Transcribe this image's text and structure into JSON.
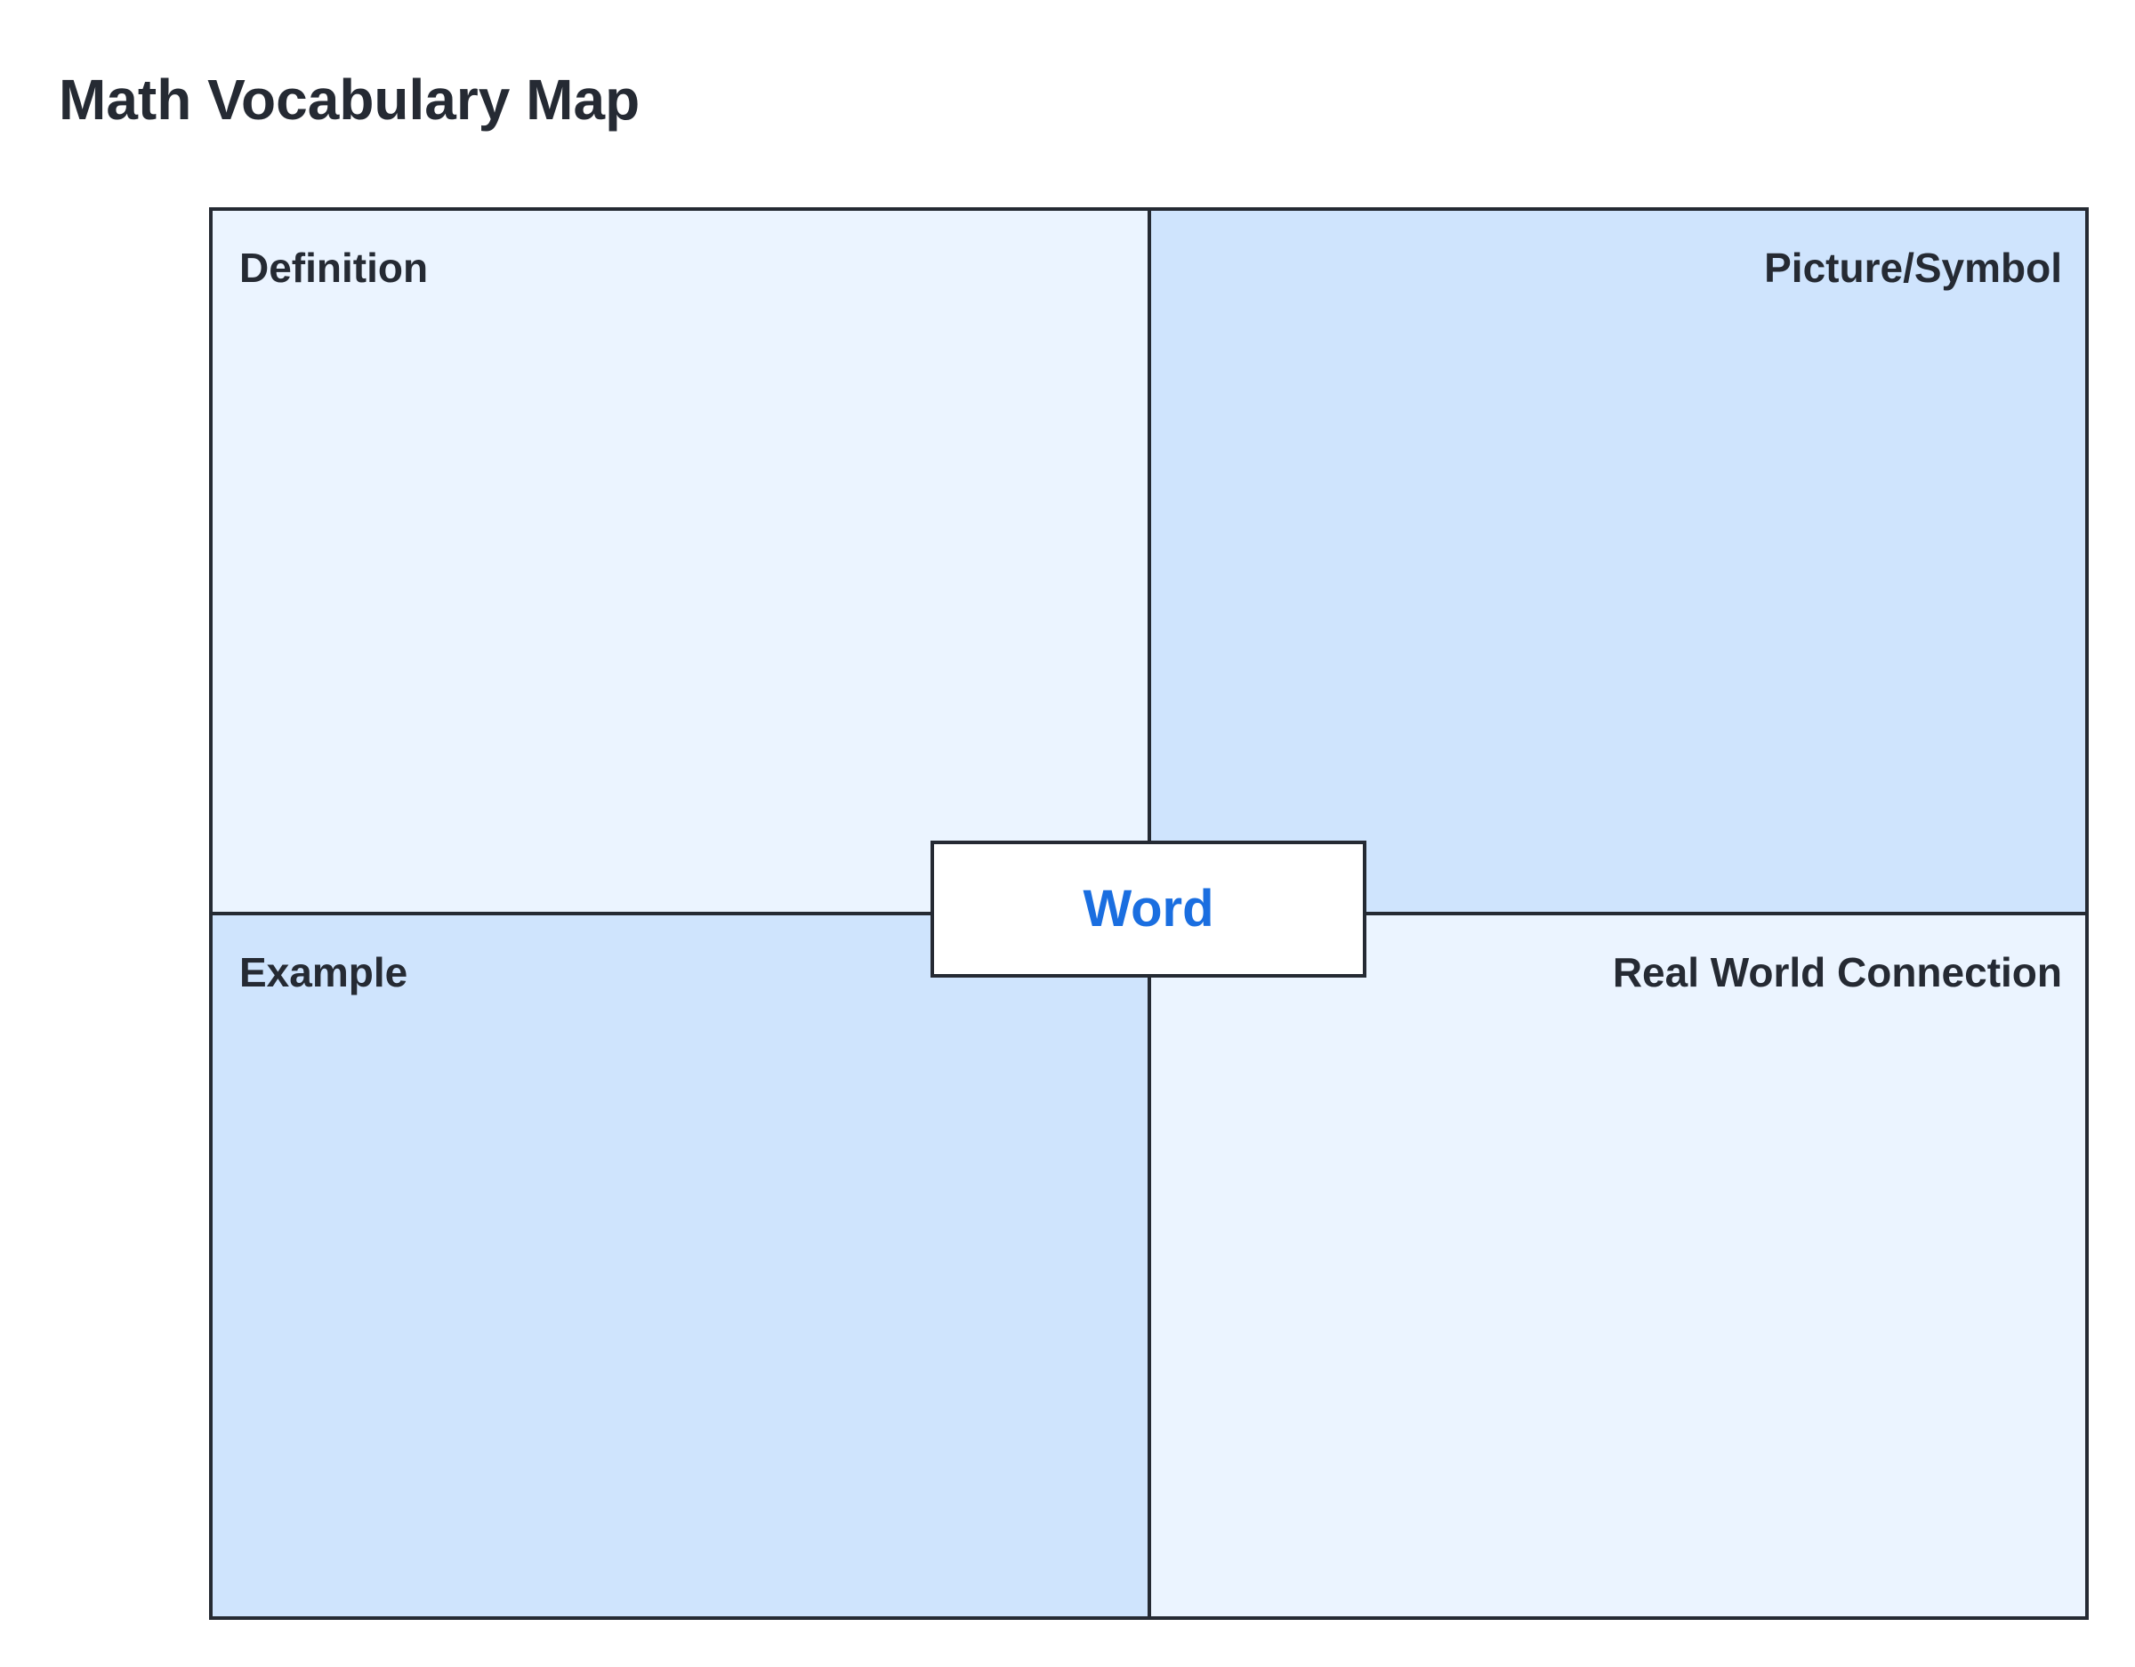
{
  "title": "Math Vocabulary Map",
  "center": {
    "label": "Word",
    "color": "#1a6ee0"
  },
  "quadrants": [
    {
      "label": "Definition",
      "fill": "#ebf4ff"
    },
    {
      "label": "Picture/Symbol",
      "fill": "#cfe4fd"
    },
    {
      "label": "Example",
      "fill": "#cfe4fd"
    },
    {
      "label": "Real World Connection",
      "fill": "#ebf4ff"
    }
  ]
}
